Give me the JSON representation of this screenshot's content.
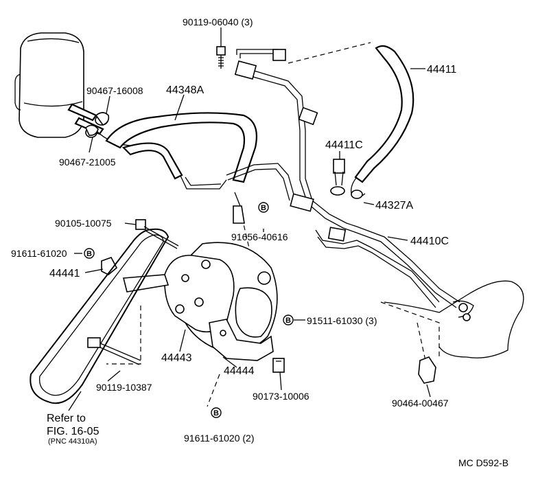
{
  "diagram": {
    "labels": {
      "p_90119_06040": "90119-06040 (3)",
      "p_44411": "44411",
      "p_90467_16008": "90467-16008",
      "p_44348A": "44348A",
      "p_44411C": "44411C",
      "p_90467_21005": "90467-21005",
      "p_44327A": "44327A",
      "p_90105_10075": "90105-10075",
      "p_91656_40616": "91656-40616",
      "p_44410C": "44410C",
      "p_91611_61020": "91611-61020",
      "p_44441": "44441",
      "p_91511_61030": "91511-61030 (3)",
      "p_44443": "44443",
      "p_44444": "44444",
      "p_90119_10387": "90119-10387",
      "p_90173_10006": "90173-10006",
      "p_90464_00467": "90464-00467",
      "refer_line1": "Refer to",
      "refer_line2": "FIG. 16-05",
      "refer_line3": "(PNC 44310A)",
      "p_91611_61020_2": "91611-61020 (2)",
      "figure_code": "MC  D592-B"
    },
    "marker_letter": "B"
  }
}
